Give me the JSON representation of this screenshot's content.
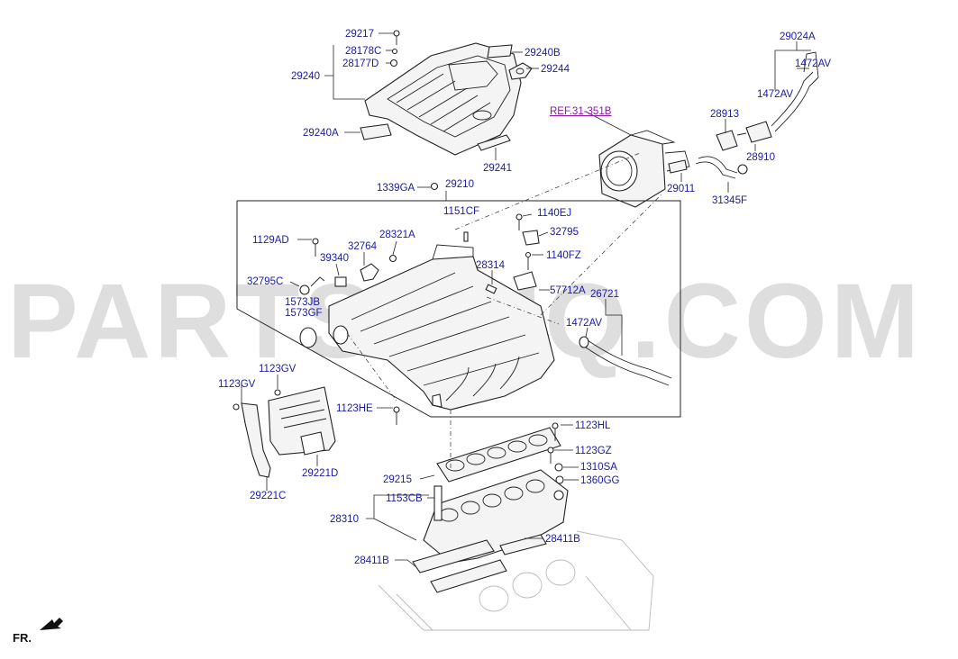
{
  "watermark": "PARTSOUQ.COM",
  "reference": "REF.31-351B",
  "orientation_label": "FR.",
  "callouts": [
    {
      "id": "c29217",
      "text": "29217"
    },
    {
      "id": "c28178C",
      "text": "28178C"
    },
    {
      "id": "c28177D",
      "text": "28177D"
    },
    {
      "id": "c29240",
      "text": "29240"
    },
    {
      "id": "c29240B",
      "text": "29240B"
    },
    {
      "id": "c29244",
      "text": "29244"
    },
    {
      "id": "c29240A",
      "text": "29240A"
    },
    {
      "id": "c29241",
      "text": "29241"
    },
    {
      "id": "c29024A",
      "text": "29024A"
    },
    {
      "id": "c1472AV_a",
      "text": "1472AV"
    },
    {
      "id": "c1472AV_b",
      "text": "1472AV"
    },
    {
      "id": "c28913",
      "text": "28913"
    },
    {
      "id": "c28910",
      "text": "28910"
    },
    {
      "id": "c29011",
      "text": "29011"
    },
    {
      "id": "c31345F",
      "text": "31345F"
    },
    {
      "id": "c1339GA",
      "text": "1339GA"
    },
    {
      "id": "c29210",
      "text": "29210"
    },
    {
      "id": "c1151CF",
      "text": "1151CF"
    },
    {
      "id": "c1140EJ",
      "text": "1140EJ"
    },
    {
      "id": "c32795",
      "text": "32795"
    },
    {
      "id": "c1129AD",
      "text": "1129AD"
    },
    {
      "id": "c32764",
      "text": "32764"
    },
    {
      "id": "c28321A",
      "text": "28321A"
    },
    {
      "id": "c39340",
      "text": "39340"
    },
    {
      "id": "c1140FZ",
      "text": "1140FZ"
    },
    {
      "id": "c28314",
      "text": "28314"
    },
    {
      "id": "c32795C",
      "text": "32795C"
    },
    {
      "id": "c1573JB",
      "text": "1573JB"
    },
    {
      "id": "c1573GF",
      "text": "1573GF"
    },
    {
      "id": "c57712A",
      "text": "57712A"
    },
    {
      "id": "c26721",
      "text": "26721"
    },
    {
      "id": "c1472AV_c",
      "text": "1472AV"
    },
    {
      "id": "c1123GV_a",
      "text": "1123GV"
    },
    {
      "id": "c1123GV_b",
      "text": "1123GV"
    },
    {
      "id": "c1123HE",
      "text": "1123HE"
    },
    {
      "id": "c1123HL",
      "text": "1123HL"
    },
    {
      "id": "c1123GZ",
      "text": "1123GZ"
    },
    {
      "id": "c29221D",
      "text": "29221D"
    },
    {
      "id": "c29215",
      "text": "29215"
    },
    {
      "id": "c1310SA",
      "text": "1310SA"
    },
    {
      "id": "c1360GG",
      "text": "1360GG"
    },
    {
      "id": "c29221C",
      "text": "29221C"
    },
    {
      "id": "c1153CB",
      "text": "1153CB"
    },
    {
      "id": "c28310",
      "text": "28310"
    },
    {
      "id": "c28411B_a",
      "text": "28411B"
    },
    {
      "id": "c28411B_b",
      "text": "28411B"
    }
  ]
}
